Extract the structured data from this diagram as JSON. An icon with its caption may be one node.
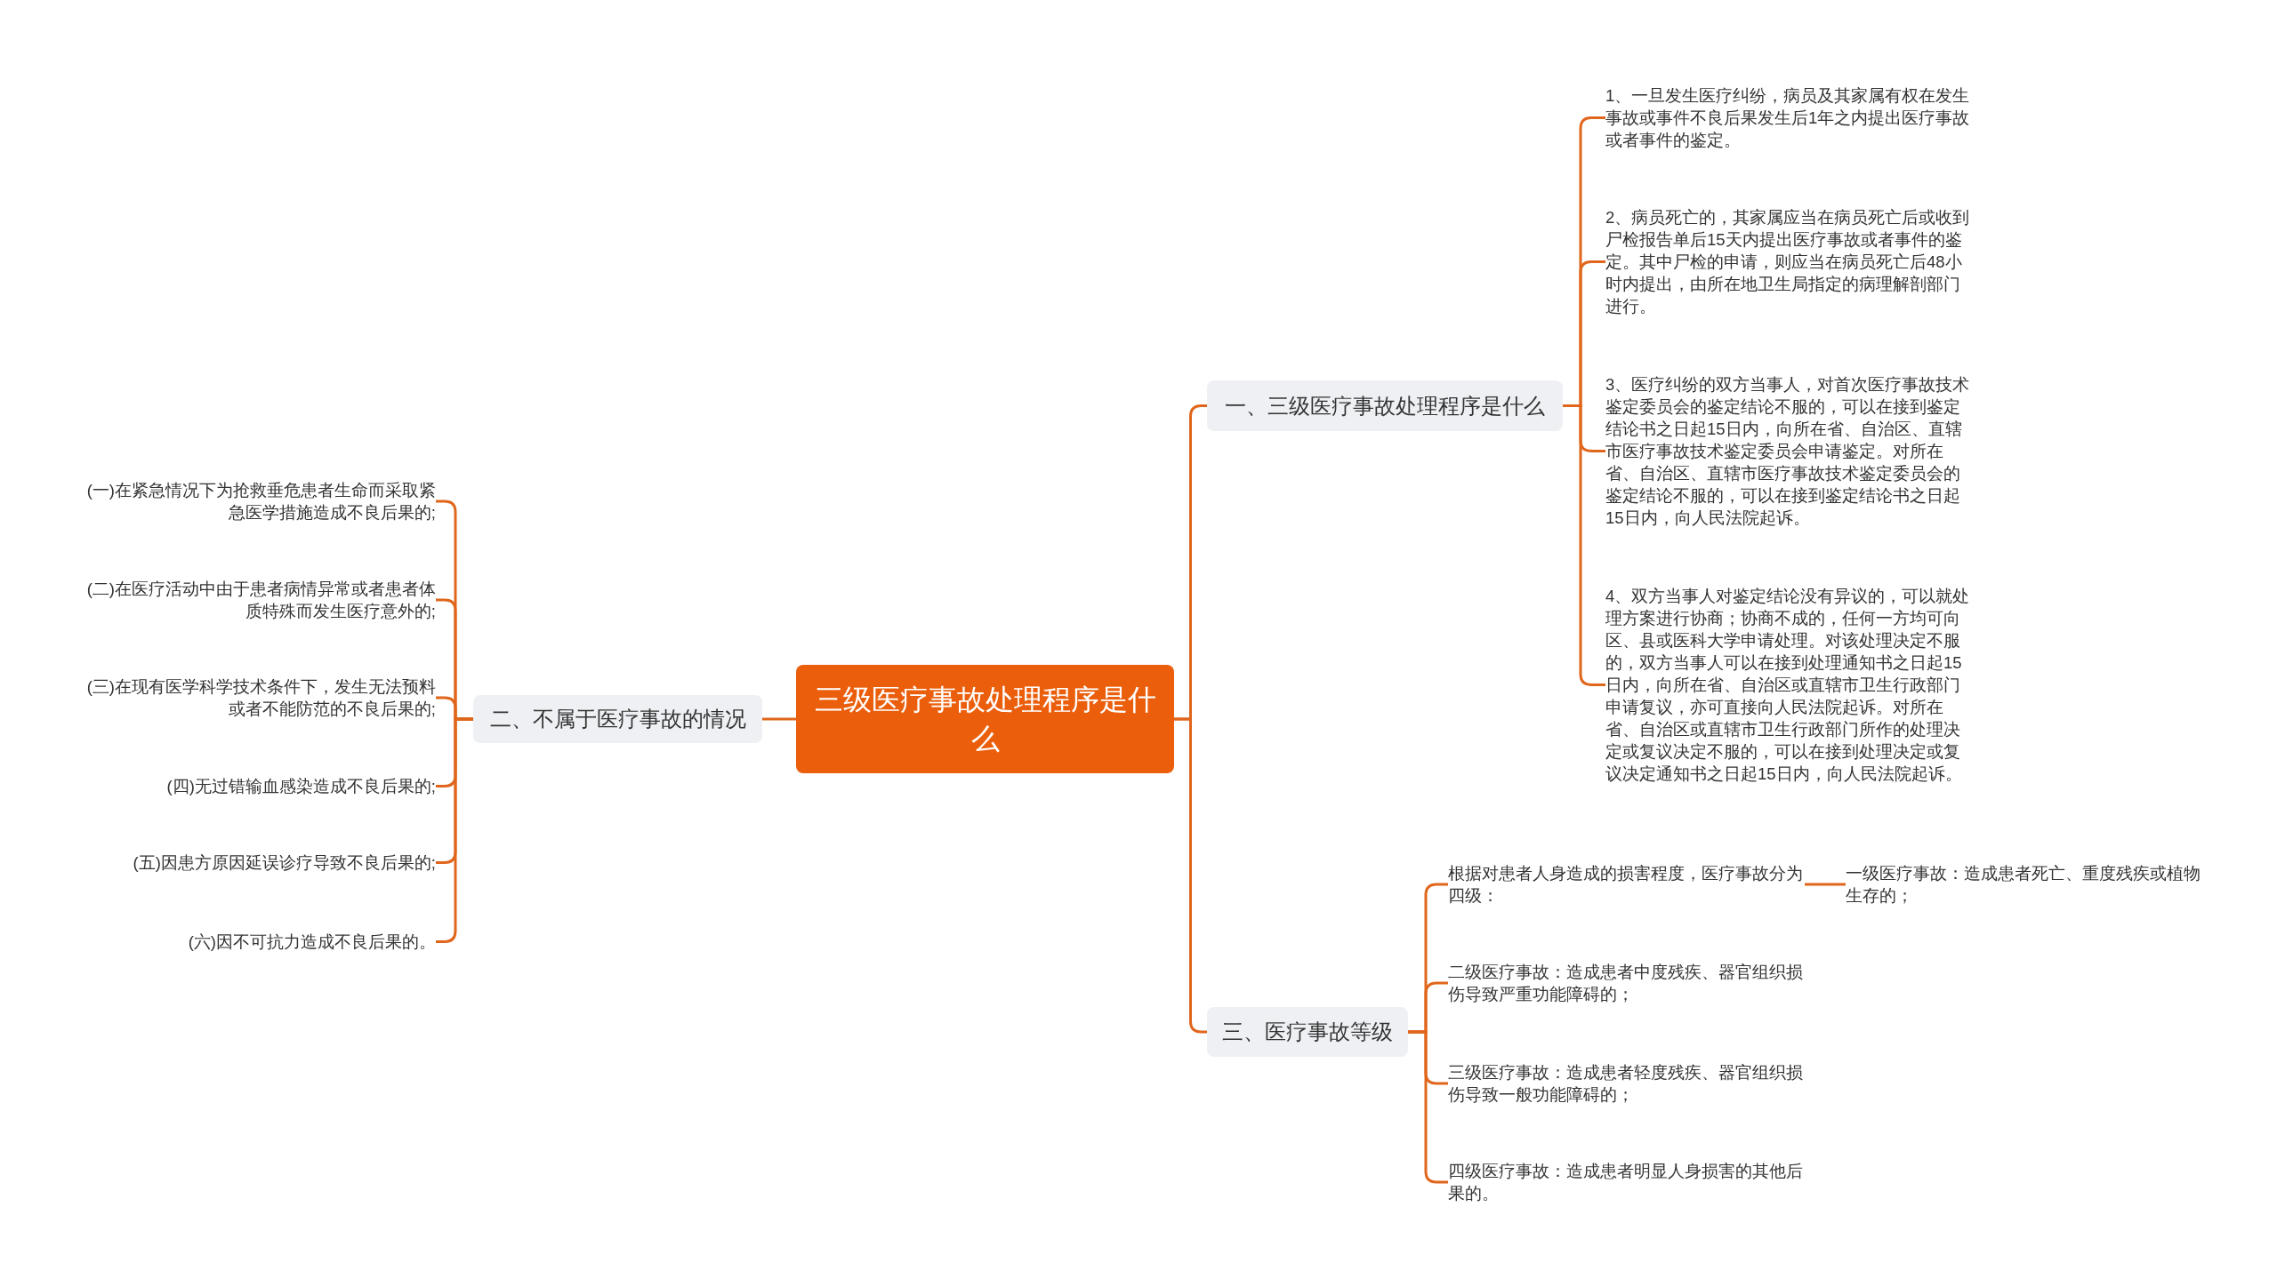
{
  "diagram": {
    "nodes": [
      {
        "text": [
          "三级医疗事故处理程序是什么"
        ]
      },
      {
        "text": [
          "一、三级医疗事故处理程序是什么"
        ]
      },
      {
        "text": [
          "1、一旦发生医疗纠纷，病员及其家属有权在发生事故或事件不良后果发生后1年之内提出医疗事故或者事件的鉴定。"
        ]
      },
      {
        "text": [
          "2、病员死亡的，其家属应当在病员死亡后或收到尸检报告单后15天内提出医疗事故或者事件的鉴定。其中尸检的申请，则应当在病员死亡后48小时内提出，由所在地卫生局指定的病理解剖部门进行。"
        ]
      },
      {
        "text": [
          "3、医疗纠纷的双方当事人，对首次医疗事故技术鉴定委员会的鉴定结论不服的，可以在接到鉴定结论书之日起15日内，向所在省、自治区、直辖市医疗事故技术鉴定委员会申请鉴定。对所在省、自治区、直辖市医疗事故技术鉴定委员会的鉴定结论不服的，可以在接到鉴定结论书之日起15日内，向人民法院起诉。"
        ]
      },
      {
        "text": [
          "4、双方当事人对鉴定结论没有异议的，可以就处理方案进行协商；协商不成的，任何一方均可向区、县或医科大学申请处理。对该处理决定不服的，双方当事人可以在接到处理通知书之日起15日内，向所在省、自治区或直辖市卫生行政部门申请复议，亦可直接向人民法院起诉。对所在省、自治区或直辖市卫生行政部门所作的处理决定或复议决定不服的，可以在接到处理决定或复议决定通知书之日起15日内，向人民法院起诉。"
        ]
      },
      {
        "text": [
          "二、不属于医疗事故的情况"
        ]
      },
      {
        "text": [
          "(一)在紧急情况下为抢救垂危患者生命而采取紧急医学措施造成不良后果的;"
        ]
      },
      {
        "text": [
          "(二)在医疗活动中由于患者病情异常或者患者体质特殊而发生医疗意外的;"
        ]
      },
      {
        "text": [
          "(三)在现有医学科学技术条件下，发生无法预料或者不能防范的不良后果的;"
        ]
      },
      {
        "text": [
          "(四)无过错输血感染造成不良后果的;"
        ]
      },
      {
        "text": [
          "(五)因患方原因延误诊疗导致不良后果的;"
        ]
      },
      {
        "text": [
          "(六)因不可抗力造成不良后果的。"
        ]
      },
      {
        "text": [
          "三、医疗事故等级"
        ]
      },
      {
        "text": [
          "根据对患者人身造成的损害程度，医疗事故分为四级："
        ]
      },
      {
        "text": [
          "一级医疗事故：造成患者死亡、重度残疾或植物生存的；"
        ]
      },
      {
        "text": [
          "二级医疗事故：造成患者中度残疾、器官组织损伤导致严重功能障碍的；"
        ]
      },
      {
        "text": [
          "三级医疗事故：造成患者轻度残疾、器官组织损伤导致一般功能障碍的；"
        ]
      },
      {
        "text": [
          "四级医疗事故：造成患者明显人身损害的其他后果的。"
        ]
      }
    ],
    "edges": [
      {
        "from": 0,
        "to": 1,
        "arrow": "none"
      },
      {
        "from": 1,
        "to": 2,
        "arrow": "none"
      },
      {
        "from": 1,
        "to": 3,
        "arrow": "none"
      },
      {
        "from": 1,
        "to": 4,
        "arrow": "none"
      },
      {
        "from": 1,
        "to": 5,
        "arrow": "none"
      },
      {
        "from": 0,
        "to": 6,
        "arrow": "none"
      },
      {
        "from": 6,
        "to": 7,
        "arrow": "none"
      },
      {
        "from": 6,
        "to": 8,
        "arrow": "none"
      },
      {
        "from": 6,
        "to": 9,
        "arrow": "none"
      },
      {
        "from": 6,
        "to": 10,
        "arrow": "none"
      },
      {
        "from": 6,
        "to": 11,
        "arrow": "none"
      },
      {
        "from": 6,
        "to": 12,
        "arrow": "none"
      },
      {
        "from": 0,
        "to": 13,
        "arrow": "none"
      },
      {
        "from": 13,
        "to": 14,
        "arrow": "none"
      },
      {
        "from": 14,
        "to": 15,
        "arrow": "none"
      },
      {
        "from": 13,
        "to": 16,
        "arrow": "none"
      },
      {
        "from": 13,
        "to": 17,
        "arrow": "none"
      },
      {
        "from": 13,
        "to": 18,
        "arrow": "none"
      }
    ]
  }
}
